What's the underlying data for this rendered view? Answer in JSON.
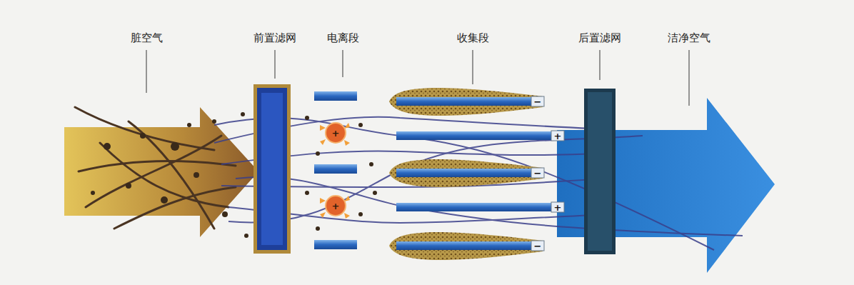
{
  "diagram": {
    "labels": [
      "脏空气",
      "前置滤网",
      "电离段",
      "收集段",
      "后置滤网",
      "洁净空气",
      "+",
      "+",
      "−",
      "+",
      "−",
      "+",
      "−"
    ]
  }
}
